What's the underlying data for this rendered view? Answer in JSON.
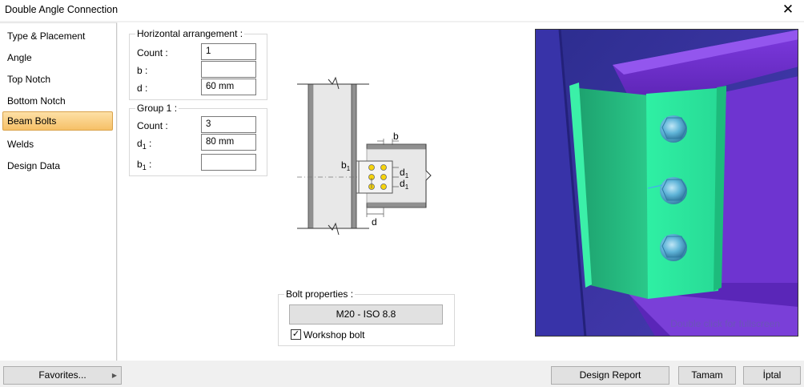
{
  "window": {
    "title": "Double Angle Connection"
  },
  "sidebar": {
    "items": [
      {
        "label": "Type & Placement"
      },
      {
        "label": "Angle"
      },
      {
        "label": "Top Notch"
      },
      {
        "label": "Bottom Notch"
      },
      {
        "label": "Beam Bolts",
        "active": true
      },
      {
        "label": "Welds"
      },
      {
        "label": "Design Data"
      }
    ]
  },
  "horizontal": {
    "title": "Horizontal arrangement :",
    "count_label": "Count :",
    "count_value": "1",
    "b_label": "b :",
    "b_value": "",
    "d_label": "d :",
    "d_value": "60 mm"
  },
  "group1": {
    "title": "Group 1 :",
    "count_label": "Count :",
    "count_value": "3",
    "d1_base": "d",
    "d1_sub": "1",
    "d1_colon": " :",
    "d1_value": "80 mm",
    "b1_base": "b",
    "b1_sub": "1",
    "b1_colon": " :",
    "b1_value": ""
  },
  "diagram": {
    "b": "b",
    "b1": "b",
    "d1": "d",
    "sub1": "1",
    "d": "d"
  },
  "bolt": {
    "title": "Bolt properties :",
    "button_label": "M20 - ISO 8.8",
    "workshop_label": "Workshop bolt",
    "workshop_checked": true
  },
  "viewer": {
    "hint": "Double click for fullscreen"
  },
  "footer": {
    "favorites": "Favorites...",
    "report": "Design Report",
    "ok": "Tamam",
    "cancel": "İptal"
  },
  "colors": {
    "accent_active": "#f6c067",
    "viewer_bg": "#3d2fa3",
    "beam_purple": "#6a31c8",
    "angle_green": "#2de59b",
    "bolt_blue": "#4aa0c8"
  }
}
